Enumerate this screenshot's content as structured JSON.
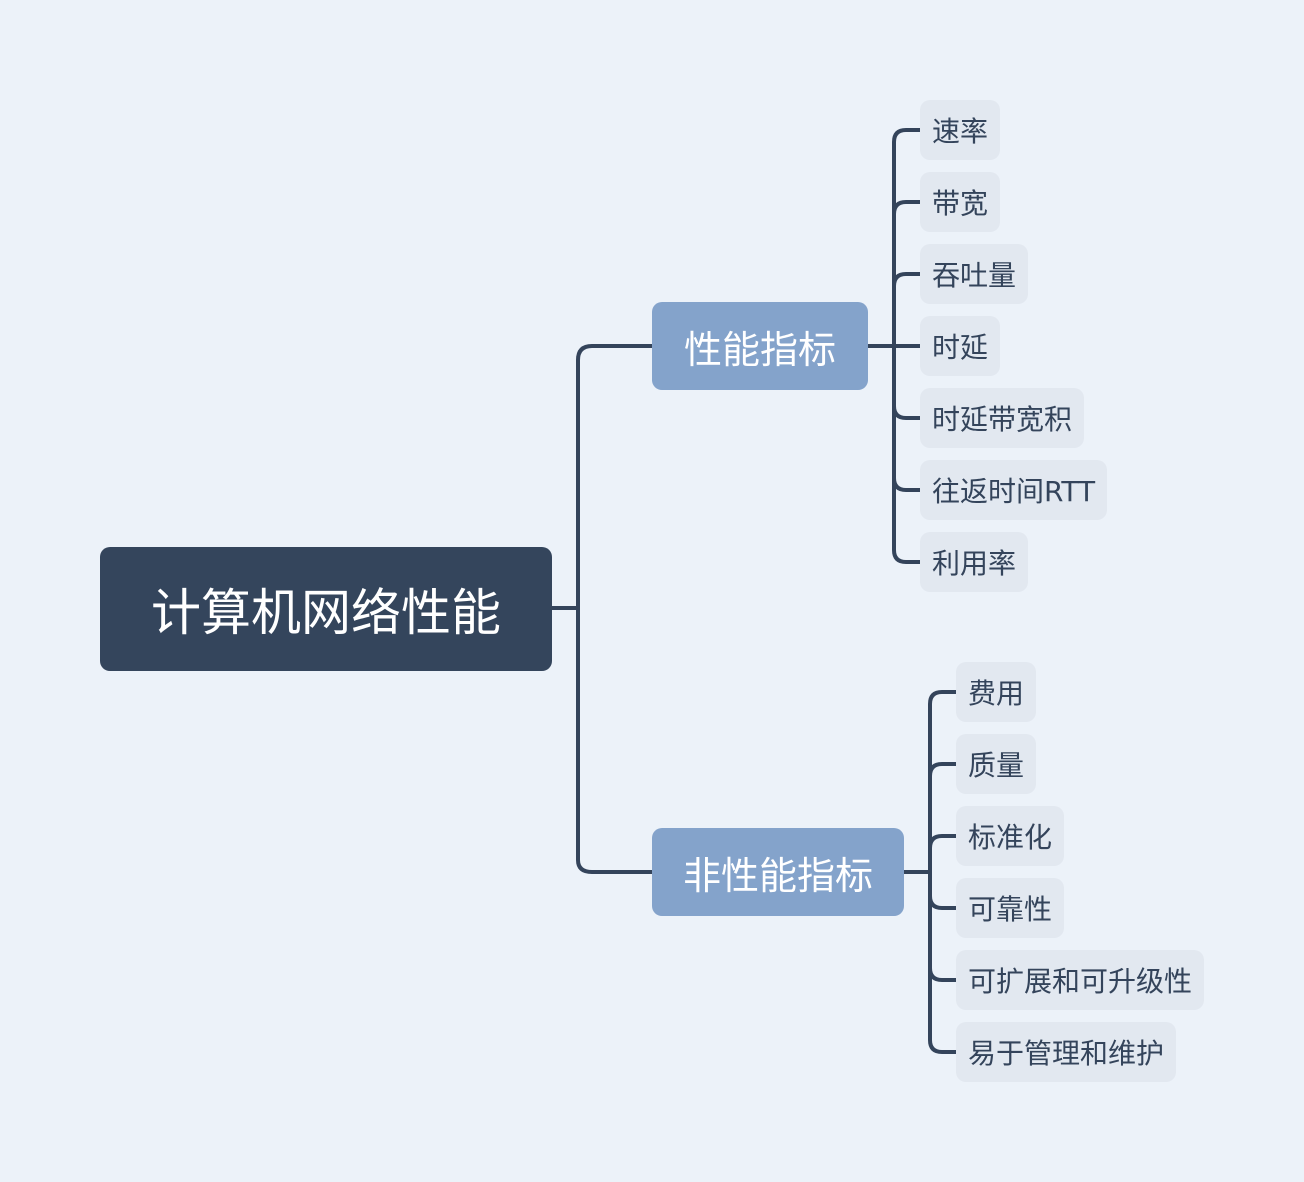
{
  "root": {
    "label": "计算机网络性能"
  },
  "branches": [
    {
      "label": "性能指标",
      "children": [
        "速率",
        "带宽",
        "吞吐量",
        "时延",
        "时延带宽积",
        "往返时间RTT",
        "利用率"
      ]
    },
    {
      "label": "非性能指标",
      "children": [
        "费用",
        "质量",
        "标准化",
        "可靠性",
        "可扩展和可升级性",
        "易于管理和维护"
      ]
    }
  ],
  "colors": {
    "background": "#ecf2f9",
    "root_fill": "#34455c",
    "branch_fill": "#84a3cb",
    "leaf_fill": "#e2e8f0",
    "connector": "#34445b",
    "leaf_text": "#34445b"
  }
}
